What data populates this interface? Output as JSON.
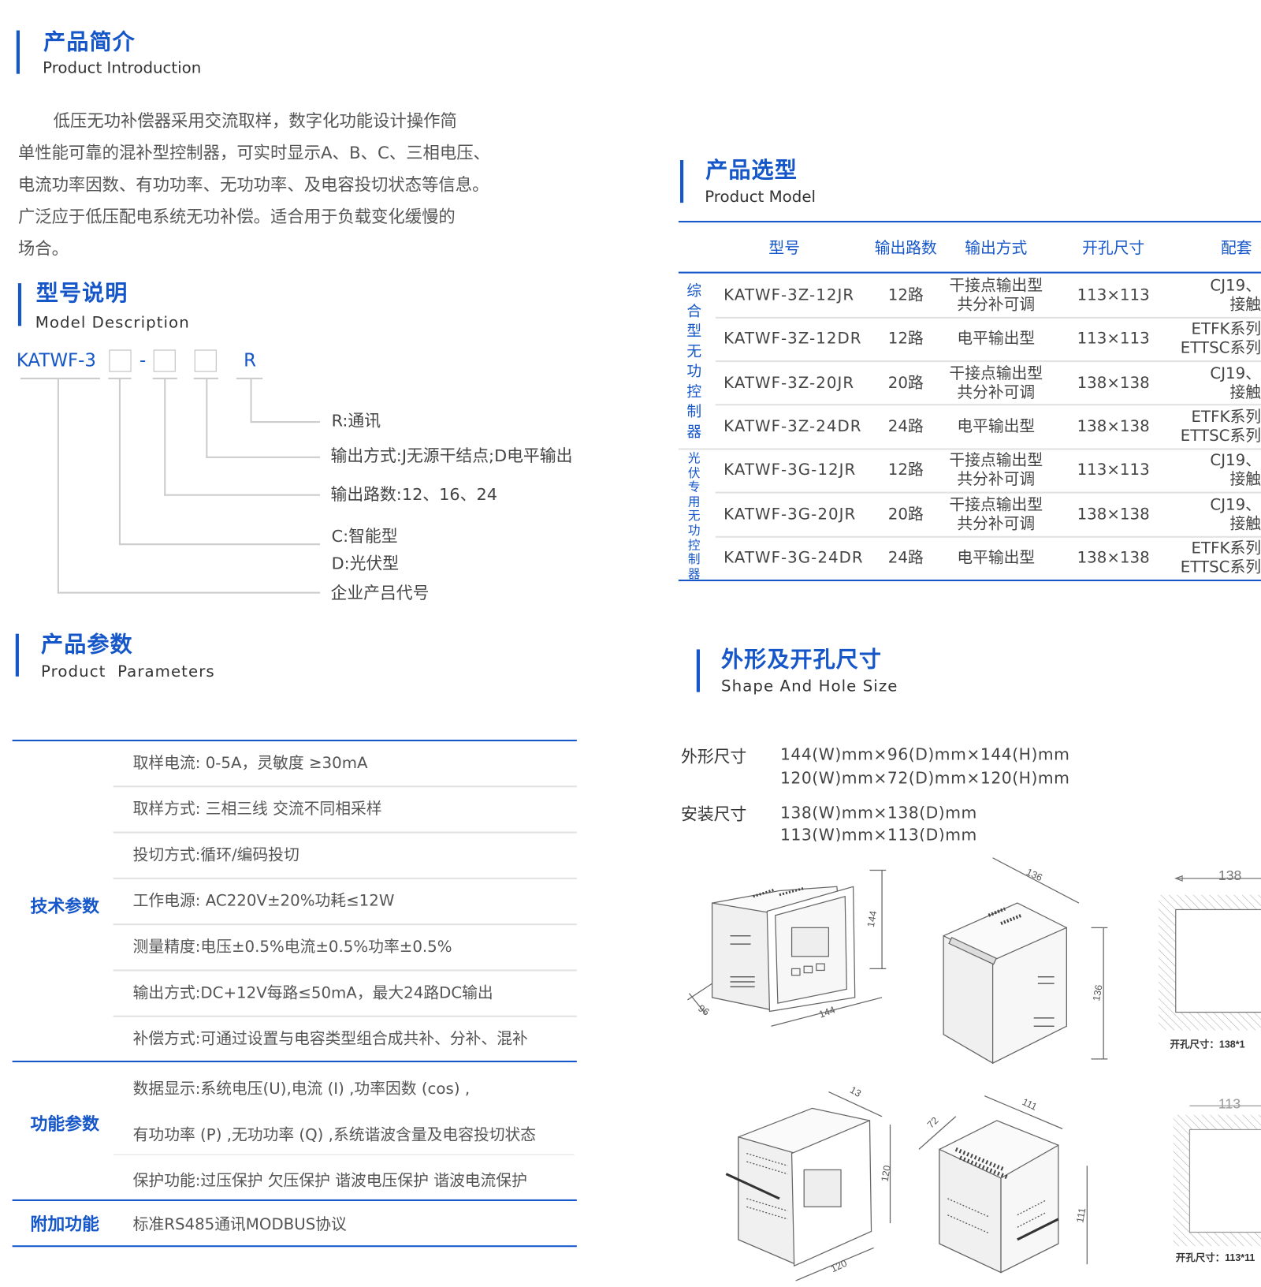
{
  "intro": {
    "title": "产品简介",
    "subtitle": "Product Introduction",
    "lines": [
      "低压无功补偿器采用交流取样，数字化功能设计操作简",
      "单性能可靠的混补型控制器，可实时显示A、B、C、三相电压、",
      "电流功率因数、有功功率、无功功率、及电容投切状态等信息。",
      "广泛应于低压配电系统无功补偿。适合用于负载变化缓慢的",
      "场合。"
    ]
  },
  "model_desc": {
    "title": "型号说明",
    "subtitle": "Model Description",
    "code_prefix": "KATWF-3",
    "code_dash": "-",
    "code_suffix": "R",
    "labels": [
      "R:通讯",
      "输出方式:J无源干结点;D电平输出",
      "输出路数:12、16、24",
      "C:智能型",
      "D:光伏型",
      "企业产吕代号"
    ]
  },
  "params": {
    "title": "产品参数",
    "subtitle": "Product  Parameters",
    "groups": [
      {
        "label": "技术参数",
        "rows": [
          "取样电流: 0-5A，灵敏度 ≥30mA",
          "取样方式: 三相三线 交流不同相采样",
          "投切方式:循环/编码投切",
          "工作电源: AC220V±20%功耗≤12W",
          "测量精度:电压±0.5%电流±0.5%功率±0.5%",
          "输出方式:DC+12V每路≤50mA，最大24路DC输出",
          "补偿方式:可通过设置与电容类型组合成共补、分补、混补"
        ]
      },
      {
        "label": "功能参数",
        "rows": [
          "数据显示:系统电压(U),电流 (I) ,功率因数 (cos) ,",
          "有功功率 (P) ,无功功率 (Q) ,系统谐波含量及电容投切状态",
          "保护功能:过压保护 欠压保护 谐波电压保护 谐波电流保护"
        ]
      },
      {
        "label": "附加功能",
        "rows": [
          "标准RS485通讯MODBUS协议"
        ]
      }
    ]
  },
  "selection": {
    "title": "产品选型",
    "subtitle": "Product Model",
    "headers": [
      "型号",
      "输出路数",
      "输出方式",
      "开孔尺寸",
      "配套"
    ],
    "groups": [
      {
        "label": "综合型无功控制器",
        "rows": [
          {
            "model": "KATWF-3Z-12JR",
            "count": "12路",
            "method": [
              "干接点输出型",
              "共分补可调"
            ],
            "hole": "113×113",
            "acc": [
              "CJ19、",
              "接触"
            ]
          },
          {
            "model": "KATWF-3Z-12DR",
            "count": "12路",
            "method": [
              "电平输出型"
            ],
            "hole": "113×113",
            "acc": [
              "ETFK系列",
              "ETTSC系列"
            ]
          },
          {
            "model": "KATWF-3Z-20JR",
            "count": "20路",
            "method": [
              "干接点输出型",
              "共分补可调"
            ],
            "hole": "138×138",
            "acc": [
              "CJ19、",
              "接触"
            ]
          },
          {
            "model": "KATWF-3Z-24DR",
            "count": "24路",
            "method": [
              "电平输出型"
            ],
            "hole": "138×138",
            "acc": [
              "ETFK系列",
              "ETTSC系列"
            ]
          }
        ]
      },
      {
        "label": "光伏专用无功控制器",
        "rows": [
          {
            "model": "KATWF-3G-12JR",
            "count": "12路",
            "method": [
              "干接点输出型",
              "共分补可调"
            ],
            "hole": "113×113",
            "acc": [
              "CJ19、",
              "接触"
            ]
          },
          {
            "model": "KATWF-3G-20JR",
            "count": "20路",
            "method": [
              "干接点输出型",
              "共分补可调"
            ],
            "hole": "138×138",
            "acc": [
              "CJ19、",
              "接触"
            ]
          },
          {
            "model": "KATWF-3G-24DR",
            "count": "24路",
            "method": [
              "电平输出型"
            ],
            "hole": "138×138",
            "acc": [
              "ETFK系列",
              "ETTSC系列"
            ]
          }
        ]
      }
    ]
  },
  "shape": {
    "title": "外形及开孔尺寸",
    "subtitle": "Shape And Hole Size",
    "outer_label": "外形尺寸",
    "outer_values": [
      "144(W)mm×96(D)mm×144(H)mm",
      "120(W)mm×72(D)mm×120(H)mm"
    ],
    "mount_label": "安装尺寸",
    "mount_values": [
      "138(W)mm×138(D)mm",
      "113(W)mm×113(D)mm"
    ],
    "drawing_dims": {
      "d1": [
        "96",
        "144",
        "144"
      ],
      "d2": [
        "136",
        "136"
      ],
      "d3": [
        "13",
        "120",
        "120"
      ],
      "d4": [
        "72",
        "111",
        "111"
      ]
    },
    "cutouts": [
      {
        "dim": "138",
        "caption": "开孔尺寸：138*1"
      },
      {
        "dim": "113",
        "caption": "开孔尺寸：113*11"
      }
    ]
  },
  "colors": {
    "accent": "#1556c9",
    "text": "#444444",
    "rule": "#e2e2e2"
  }
}
